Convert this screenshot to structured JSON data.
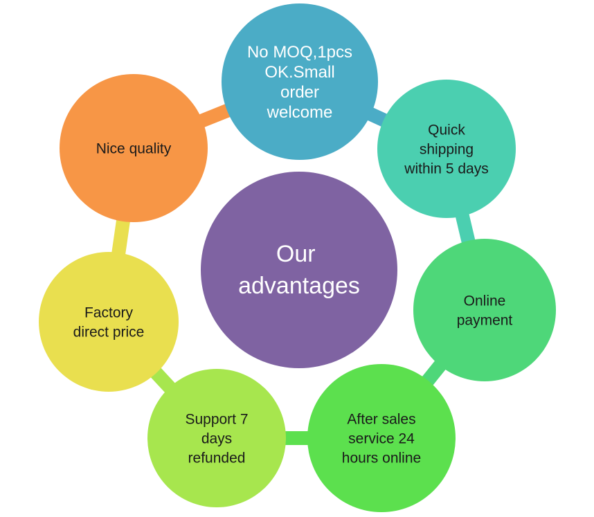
{
  "center": {
    "lines": [
      "Our",
      "advantages"
    ],
    "color": "#7f63a2"
  },
  "nodes": [
    {
      "lines": [
        "No MOQ,1pcs",
        "OK.Small",
        "order",
        "welcome"
      ],
      "color": "#4bacc6"
    },
    {
      "lines": [
        "Quick",
        "shipping",
        "within 5 days"
      ],
      "color": "#4bcfb0"
    },
    {
      "lines": [
        "Online",
        "payment"
      ],
      "color": "#4ed779"
    },
    {
      "lines": [
        "After sales",
        "service 24",
        "hours  online"
      ],
      "color": "#5ce04e"
    },
    {
      "lines": [
        "Support 7",
        "days",
        "refunded"
      ],
      "color": "#a7e64e"
    },
    {
      "lines": [
        "Factory",
        "direct price"
      ],
      "color": "#e9df4f"
    },
    {
      "lines": [
        "Nice quality"
      ],
      "color": "#f79646"
    }
  ],
  "connectors": [
    {
      "color": "#4bacc6"
    },
    {
      "color": "#4bcfb0"
    },
    {
      "color": "#4ed779"
    },
    {
      "color": "#5ce04e"
    },
    {
      "color": "#a7e64e"
    },
    {
      "color": "#e9df4f"
    },
    {
      "color": "#f79646"
    }
  ]
}
